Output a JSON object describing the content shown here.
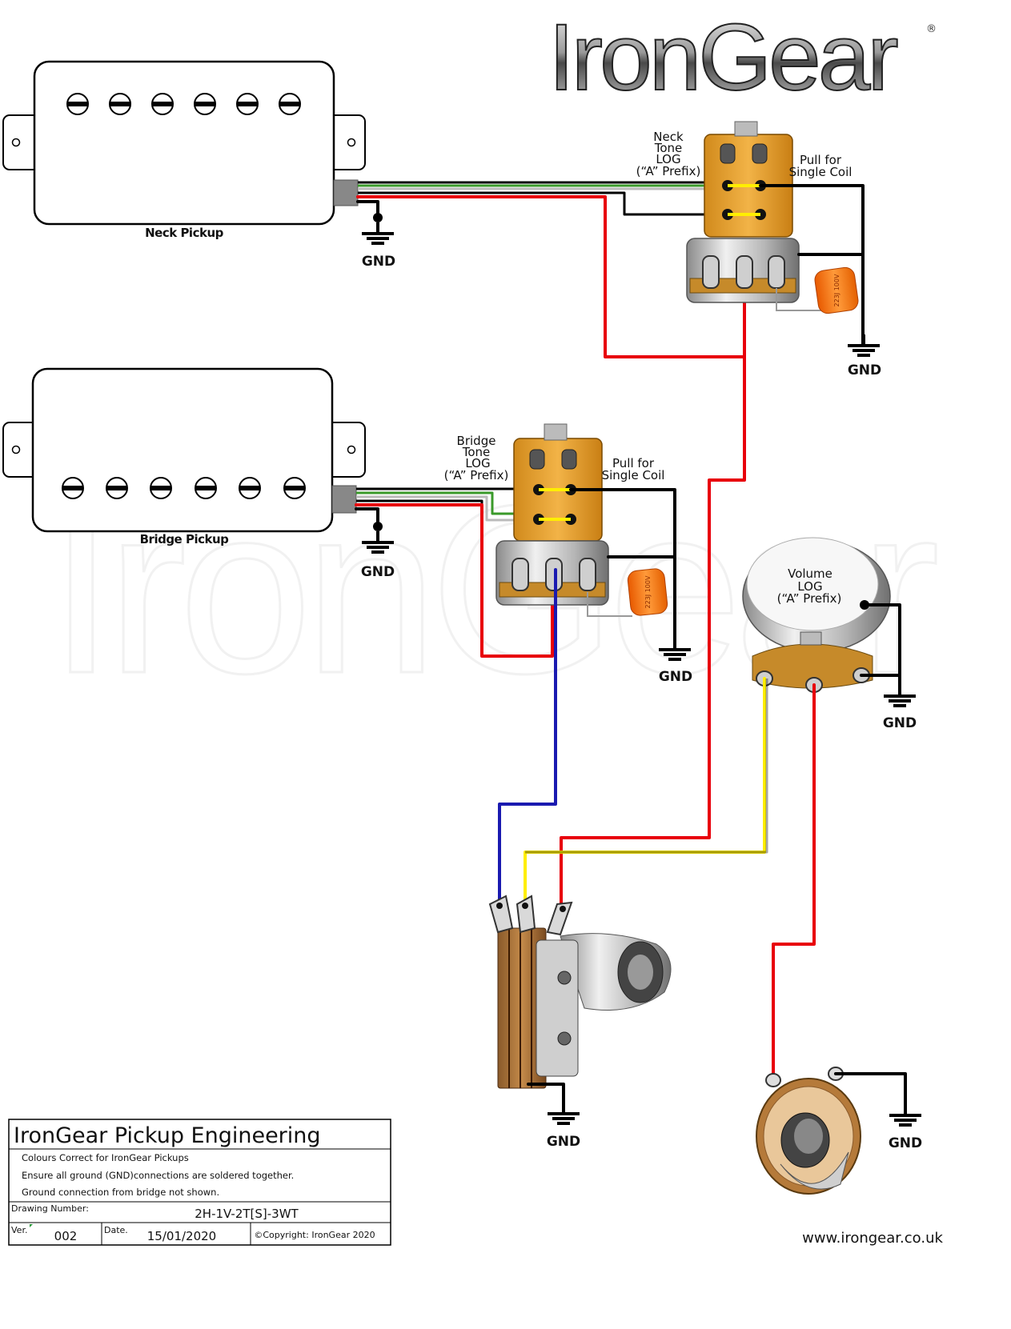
{
  "brand": {
    "logo_text": "IronGear",
    "registered_mark": "®",
    "watermark_text": "IronGear",
    "website": "www.irongear.co.uk"
  },
  "pickups": {
    "neck": {
      "label": "Neck Pickup"
    },
    "bridge": {
      "label": "Bridge Pickup"
    }
  },
  "pots": {
    "neck_tone": {
      "lines": [
        "Neck",
        "Tone",
        "LOG",
        "(“A” Prefix)"
      ],
      "switch_label": [
        "Pull for",
        "Single Coil"
      ]
    },
    "bridge_tone": {
      "lines": [
        "Bridge",
        "Tone",
        "LOG",
        "(“A” Prefix)"
      ],
      "switch_label": [
        "Pull for",
        "Single Coil"
      ]
    },
    "volume": {
      "lines": [
        "Volume",
        "LOG",
        "(“A” Prefix)"
      ]
    }
  },
  "capacitors": {
    "marking": "223J 100V"
  },
  "ground_label": "GND",
  "wire_colors": {
    "hot_red": "#e8000b",
    "black": "#000000",
    "green": "#3a9a2a",
    "white": "#ffffff",
    "yellow": "#ffee00",
    "blue": "#1a1ab0",
    "bare": "#888888"
  },
  "title_block": {
    "company": "IronGear Pickup Engineering",
    "notes": [
      "Colours Correct for IronGear Pickups",
      "Ensure all ground (GND)connections are soldered together.",
      "Ground connection from bridge not shown."
    ],
    "drawing_number_label": "Drawing Number:",
    "drawing_number": "2H-1V-2T[S]-3WT",
    "version_label": "Ver.",
    "version": "002",
    "date_label": "Date.",
    "date": "15/01/2020",
    "copyright": "©Copyright: IronGear 2020"
  }
}
